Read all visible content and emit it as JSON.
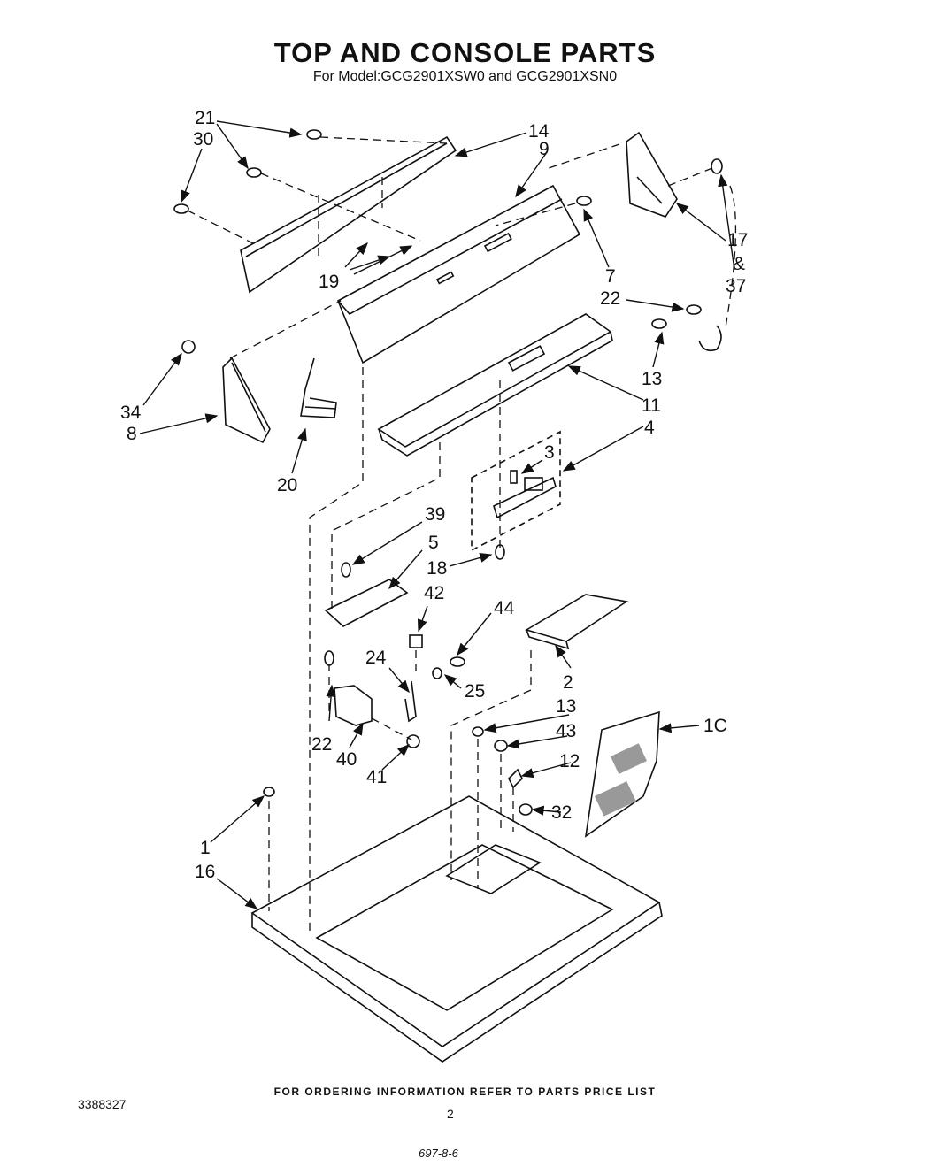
{
  "header": {
    "title": "TOP AND CONSOLE PARTS",
    "subtitle": "For Model:GCG2901XSW0 and GCG2901XSN0"
  },
  "callouts": {
    "c1": "1",
    "c2": "2",
    "c3": "3",
    "c4": "4",
    "c5": "5",
    "c7": "7",
    "c8": "8",
    "c9": "9",
    "c10": "1C",
    "c11": "11",
    "c12": "12",
    "c13a": "13",
    "c13b": "13",
    "c14": "14",
    "c16": "16",
    "c17": "17",
    "c18": "18",
    "c19": "19",
    "c20": "20",
    "c21": "21",
    "c22a": "22",
    "c22b": "22",
    "c24": "24",
    "c25": "25",
    "c30": "30",
    "c32": "32",
    "c34": "34",
    "c37": "37",
    "c39": "39",
    "c40": "40",
    "c41": "41",
    "c42": "42",
    "c43": "43",
    "c44": "44",
    "amp": "&"
  },
  "footer": {
    "ordering_note": "FOR ORDERING INFORMATION REFER TO PARTS PRICE LIST",
    "document_number": "3388327",
    "page_number": "2",
    "code": "697-8-6"
  }
}
